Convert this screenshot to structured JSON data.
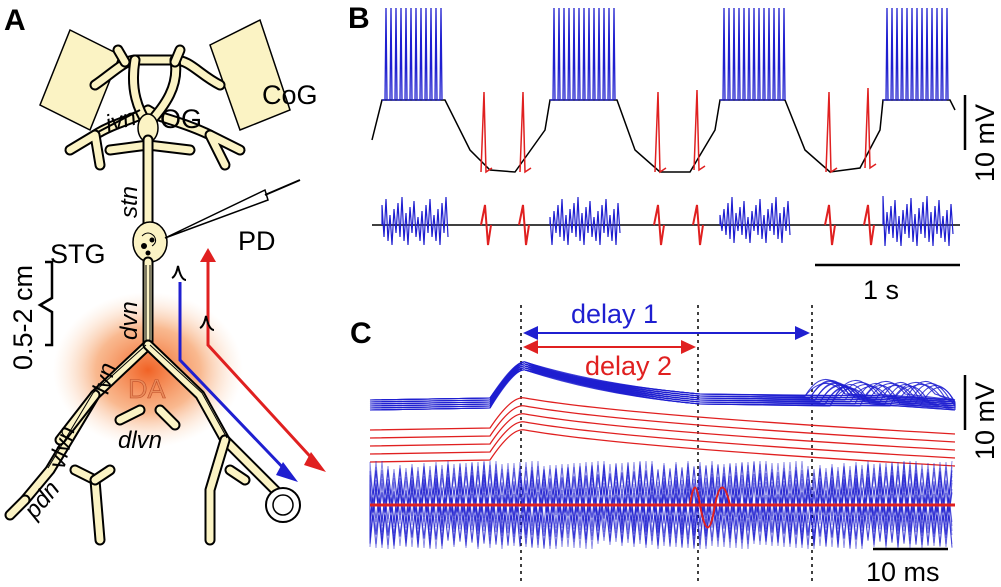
{
  "panels": {
    "a": "A",
    "b": "B",
    "c": "C"
  },
  "labels": {
    "cog": "CoG",
    "og": "OG",
    "ivn": "ivn",
    "stn": "stn",
    "stg": "STG",
    "pd": "PD",
    "dvn": "dvn",
    "lvn": "lvn",
    "da": "DA",
    "vlvn": "vlvn",
    "dlvn": "dlvn",
    "pdn": "pdn",
    "distance": "0.5-2 cm"
  },
  "panel_b": {
    "scale_v": "10 mV",
    "scale_t": "1 s"
  },
  "panel_c": {
    "delay1": "delay 1",
    "delay2": "delay 2",
    "scale_v": "10 mV",
    "scale_t": "10 ms"
  },
  "colors": {
    "blue": "#1f1fd0",
    "red": "#e02020",
    "black": "#000000",
    "ganglion": "#fbf3c4",
    "da_glow": "#f07030"
  }
}
